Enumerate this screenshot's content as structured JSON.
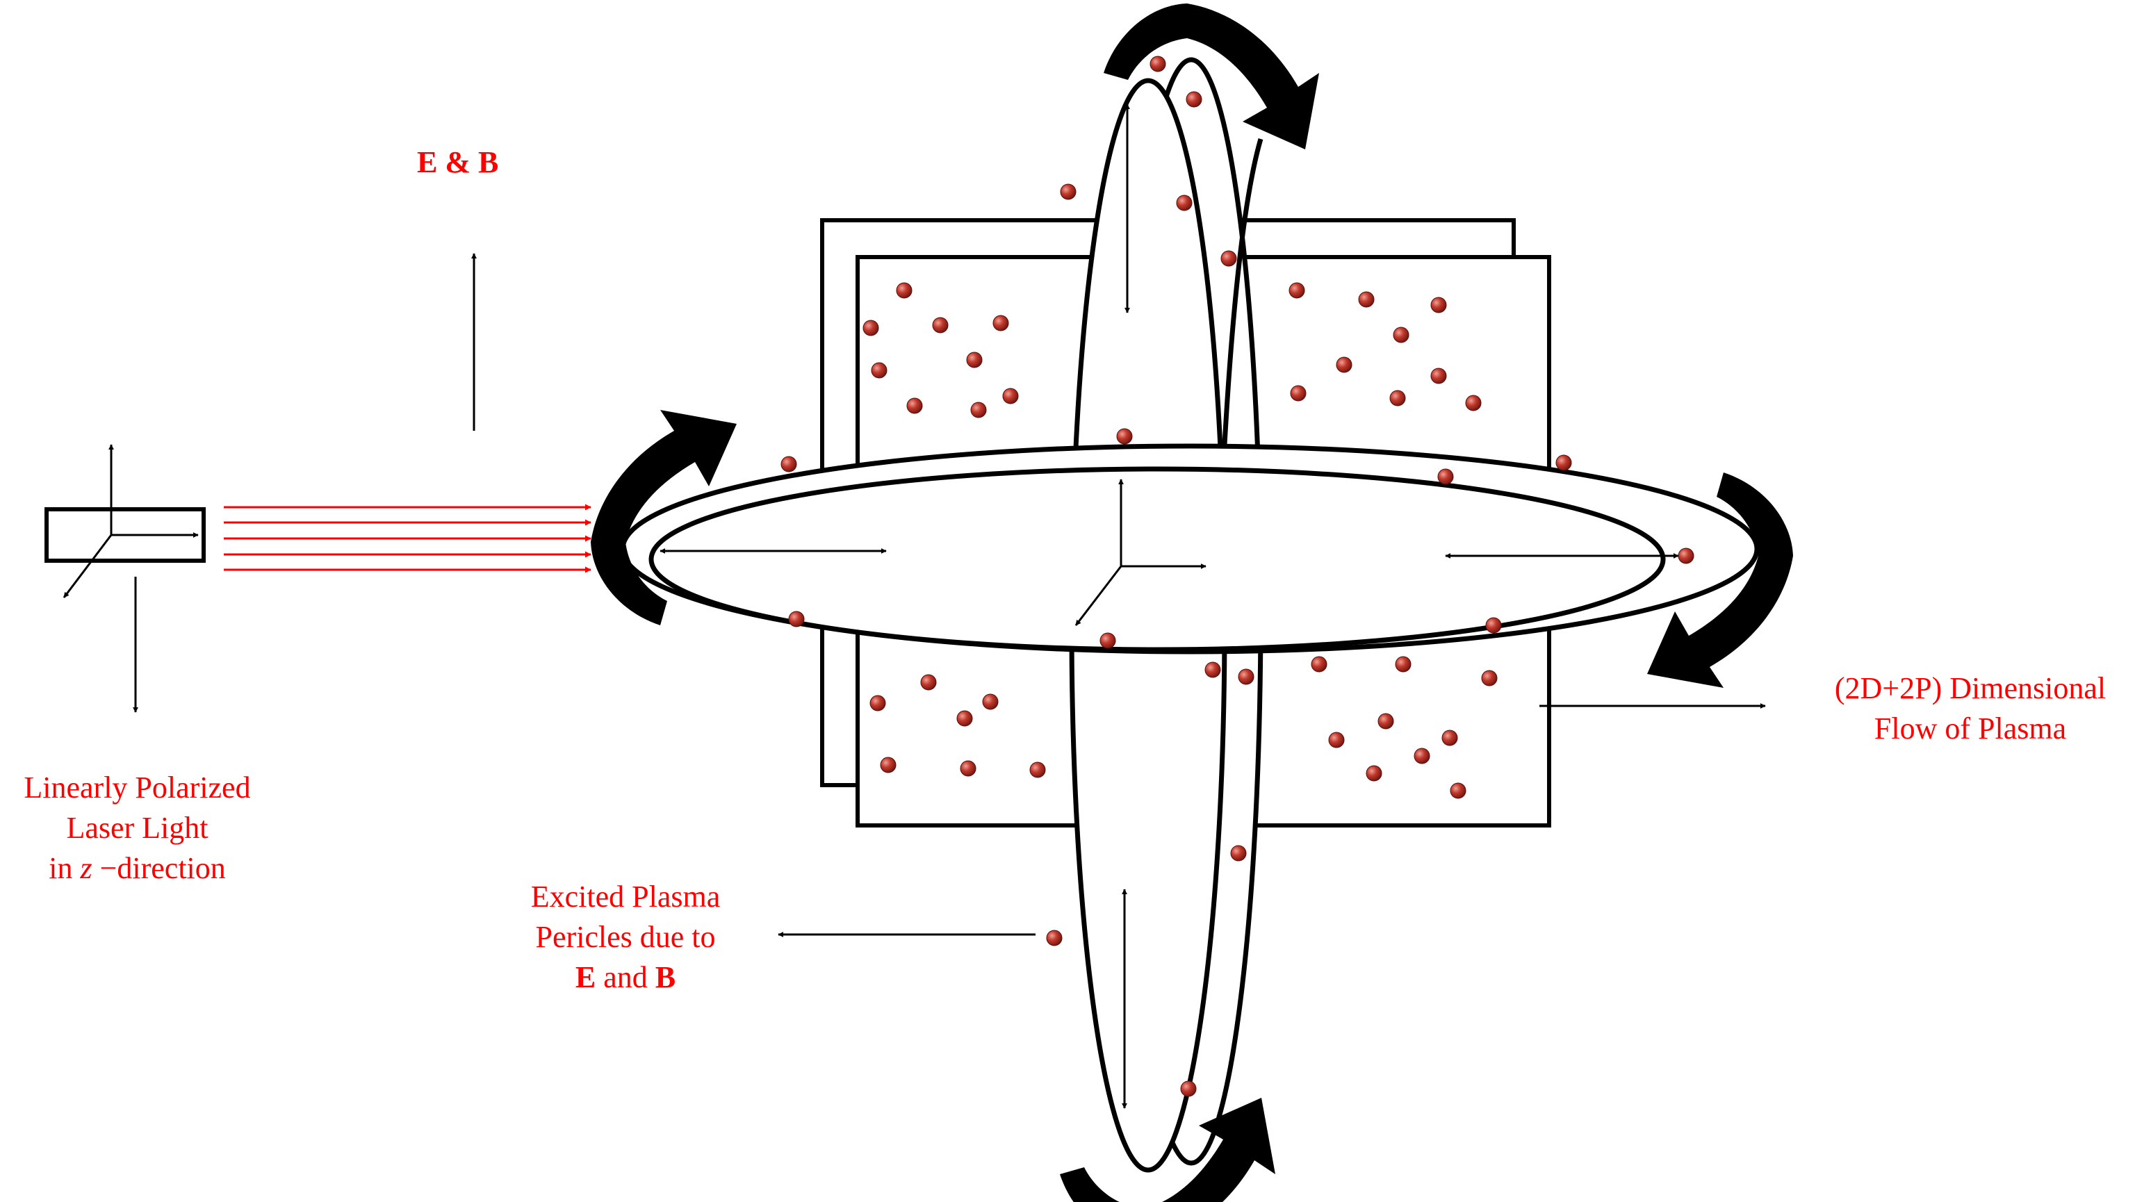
{
  "labels": {
    "eb_top": {
      "e": "E",
      "amp": " & ",
      "b": "B"
    },
    "laser": {
      "line1": "Linearly Polarized",
      "line2": "Laser Light",
      "line3_pre": "in ",
      "line3_z": "z",
      "line3_post": " −direction"
    },
    "excited": {
      "line1": "Excited Plasma",
      "line2": "Pericles due to",
      "line3_e": "E",
      "line3_mid": " and ",
      "line3_b": "B"
    },
    "flow": {
      "line1": "(2D+2P) Dimensional",
      "line2": "Flow of Plasma"
    }
  },
  "colors": {
    "label_red": "#ff0000",
    "laser_beam": "#ff0000",
    "particle": "#b02a22",
    "particle_highlight": "#f0a098",
    "ink": "#000000"
  },
  "icons": [
    "curved-rotation-arrow-icon",
    "plasma-particle-icon",
    "axis-triad-icon",
    "double-headed-arrow-icon"
  ]
}
